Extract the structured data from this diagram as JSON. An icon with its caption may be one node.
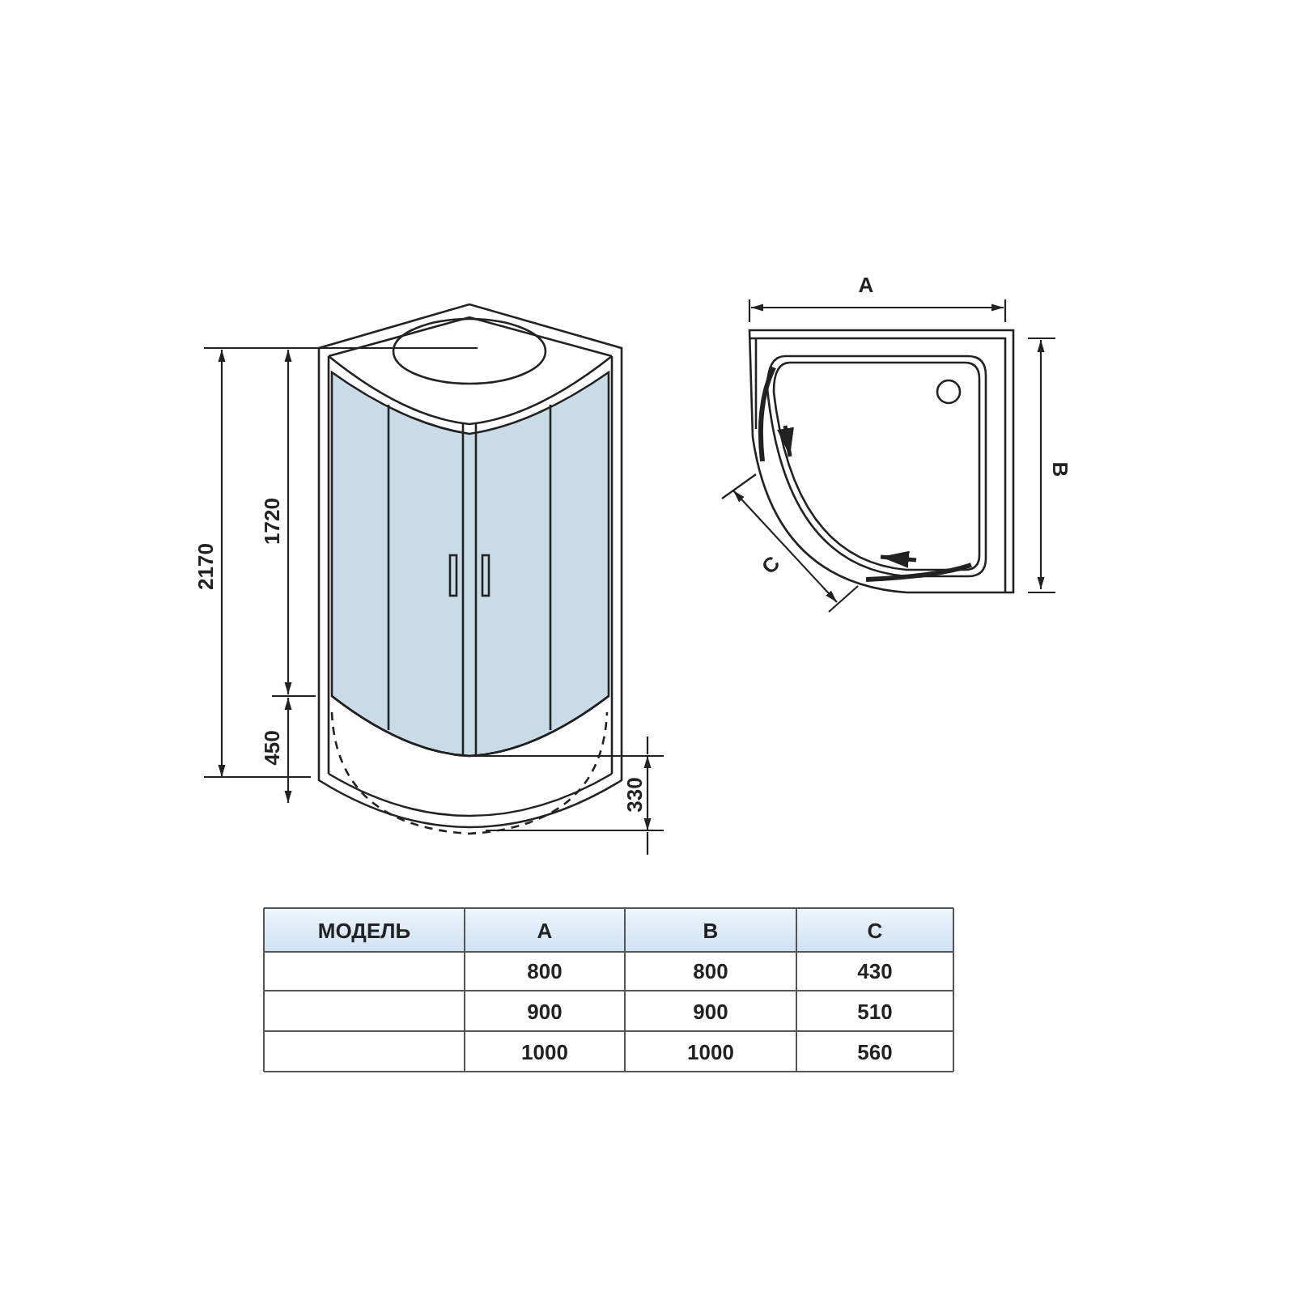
{
  "diagram": {
    "labels": [
      "2170",
      "1720",
      "450",
      "330",
      "A",
      "B",
      "C",
      "МОДЕЛЬ",
      "A",
      "B",
      "C",
      "800",
      "800",
      "430",
      "900",
      "900",
      "510",
      "1000",
      "1000",
      "560"
    ]
  }
}
